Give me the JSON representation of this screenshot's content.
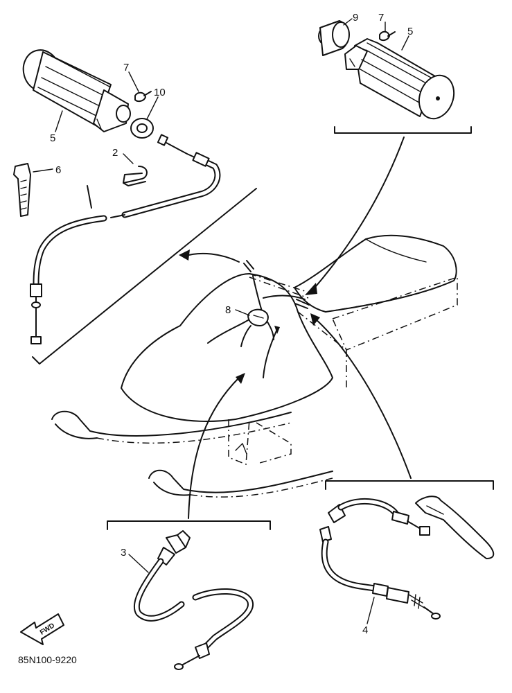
{
  "callouts": {
    "c9": "9",
    "c7_right": "7",
    "c5_right": "5",
    "c7_left": "7",
    "c10": "10",
    "c5_left": "5",
    "c2": "2",
    "c6": "6",
    "c8": "8",
    "c3": "3",
    "c4": "4"
  },
  "fwd_label": "FWD",
  "drawing_number": "85N100-9220"
}
